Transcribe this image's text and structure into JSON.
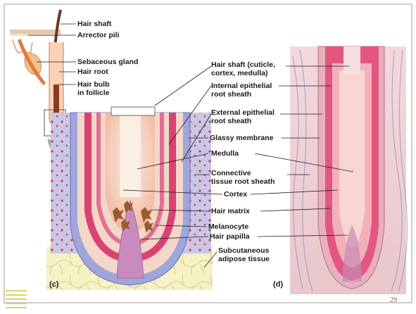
{
  "labels": {
    "hair_shaft": "Hair shaft",
    "arrector_pili": "Arrector pili",
    "sebaceous_gland": "Sebaceous gland",
    "hair_root": "Hair root",
    "hair_bulb": "Hair bulb\nin follicle",
    "hair_shaft_detail": "Hair shaft (cuticle,\ncortex, medulla)",
    "internal_sheath": "Internal epithelial\nroot sheath",
    "external_sheath": "External epithelial\nroot sheath",
    "glassy_membrane": "Glassy membrane",
    "medulla": "Medulla",
    "connective_sheath": "Connective\ntissue root sheath",
    "cortex": "Cortex",
    "hair_matrix": "Hair matrix",
    "melanocyte": "Melanocyte",
    "hair_papilla": "Hair papilla",
    "subcutaneous": "Subcutaneous\nadipose tissue"
  },
  "panel_c": "(c)",
  "panel_d": "(d)",
  "page_number": "29"
}
